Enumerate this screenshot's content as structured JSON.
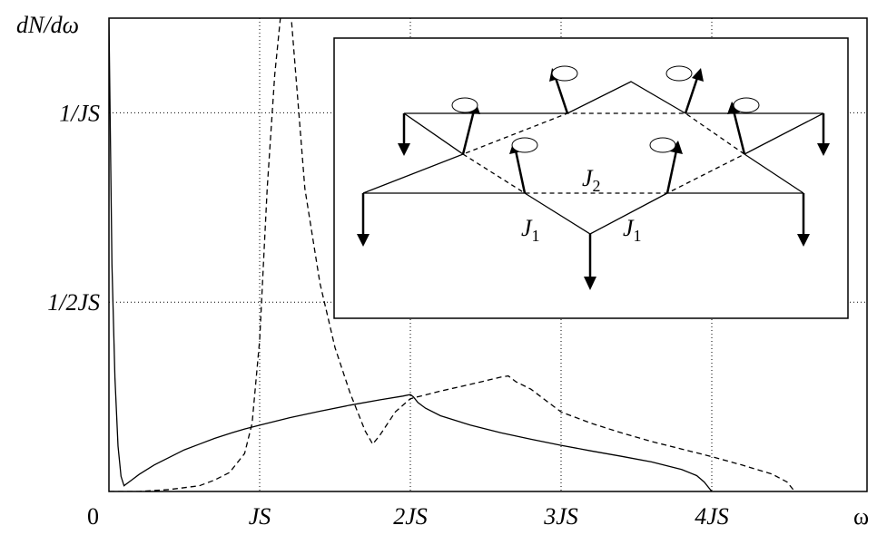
{
  "chart_data": {
    "type": "line",
    "title": "",
    "xlabel": "ω",
    "ylabel": "dN/dω",
    "xlim": [
      0,
      5.0
    ],
    "ylim": [
      0,
      1.25
    ],
    "grid": true,
    "x_ticks": [
      {
        "value": 0,
        "label": "0"
      },
      {
        "value": 1,
        "label": "JS"
      },
      {
        "value": 2,
        "label": "2JS"
      },
      {
        "value": 3,
        "label": "3JS"
      },
      {
        "value": 4,
        "label": "4JS"
      }
    ],
    "y_ticks": [
      {
        "value": 0.5,
        "label": "1/2JS"
      },
      {
        "value": 1.0,
        "label": "1/JS"
      }
    ],
    "series": [
      {
        "style": "solid",
        "x": [
          0.0,
          0.02,
          0.04,
          0.06,
          0.08,
          0.1,
          0.15,
          0.2,
          0.3,
          0.4,
          0.5,
          0.6,
          0.7,
          0.8,
          0.9,
          1.0,
          1.2,
          1.4,
          1.6,
          1.8,
          1.95,
          2.0,
          2.02,
          2.05,
          2.1,
          2.2,
          2.4,
          2.6,
          2.8,
          3.0,
          3.2,
          3.4,
          3.6,
          3.8,
          3.9,
          3.95,
          4.0
        ],
        "y": [
          1.25,
          0.6,
          0.3,
          0.12,
          0.04,
          0.015,
          0.03,
          0.045,
          0.07,
          0.09,
          0.11,
          0.125,
          0.14,
          0.153,
          0.165,
          0.175,
          0.195,
          0.212,
          0.228,
          0.242,
          0.252,
          0.256,
          0.25,
          0.235,
          0.22,
          0.2,
          0.175,
          0.155,
          0.138,
          0.122,
          0.107,
          0.093,
          0.078,
          0.058,
          0.042,
          0.025,
          0.0
        ]
      },
      {
        "style": "dashed",
        "x": [
          0.0,
          0.2,
          0.4,
          0.6,
          0.7,
          0.8,
          0.9,
          0.95,
          1.0,
          1.05,
          1.1,
          1.15,
          1.2,
          1.25,
          1.3,
          1.4,
          1.5,
          1.6,
          1.7,
          1.75,
          1.8,
          1.9,
          2.0,
          2.2,
          2.4,
          2.6,
          2.65,
          2.7,
          2.8,
          2.9,
          3.0,
          3.2,
          3.4,
          3.6,
          3.8,
          4.0,
          4.2,
          4.4,
          4.5,
          4.55
        ],
        "y": [
          0.0,
          0.0,
          0.005,
          0.015,
          0.03,
          0.05,
          0.1,
          0.18,
          0.4,
          0.8,
          1.1,
          1.3,
          1.3,
          1.05,
          0.8,
          0.55,
          0.38,
          0.26,
          0.16,
          0.125,
          0.15,
          0.21,
          0.245,
          0.265,
          0.283,
          0.302,
          0.305,
          0.29,
          0.27,
          0.24,
          0.21,
          0.18,
          0.155,
          0.132,
          0.112,
          0.092,
          0.07,
          0.046,
          0.025,
          0.0
        ]
      }
    ],
    "inset": {
      "coupling_labels": {
        "j1_main": "J",
        "j1_sub": "1",
        "j2_main": "J",
        "j2_sub": "2"
      }
    }
  }
}
